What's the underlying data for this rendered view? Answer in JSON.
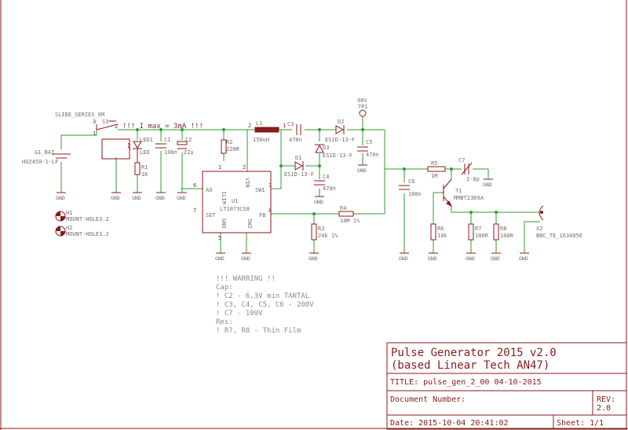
{
  "title_block": {
    "title_line1": "Pulse Generator 2015 v2.0",
    "title_line2": "(based Linear Tech AN47)",
    "title_field": "TITLE:  pulse_gen_2_00 04-10-2015",
    "doc_number_label": "Document Number:",
    "rev_label": "REV:",
    "rev_value": "2.0",
    "date_field": "Date: 2015-10-04 20:41:02",
    "sheet_field": "Sheet: 1/1"
  },
  "notes": {
    "heading": "!!! WARRING !!",
    "cap_label": "Cap:",
    "cap_lines": [
      "! C2 - 6,3V min TANTAL",
      "! C3, C4, C5, C6 - 200V",
      "! C7 - 100V"
    ],
    "res_label": "Res:",
    "res_lines": [
      "! R7, R8 - Thin Film"
    ]
  },
  "components": {
    "s1_type": "SLIDE_SERIES_6M",
    "s1_name": "S1",
    "s1_pins": [
      "3",
      "1",
      "2"
    ],
    "imax": "!!! I max = 3mA !!!",
    "g1_name": "G1_BAT",
    "g1_value": "HU2450-1-LF",
    "led1_name": "LED1",
    "led1_value": "LED",
    "r1_name": "R1",
    "r1_value": "1K",
    "c1_name": "C1",
    "c1_value": "100n",
    "c2_name": "C2",
    "c2_value": "22u",
    "r2_name": "R2",
    "r2_value": "220R",
    "l1_name": "L1",
    "l1_value": "150uH",
    "l1_pins": [
      "2",
      "1"
    ],
    "c3_name": "C3",
    "c3_value": "470n",
    "d2_name": "D2",
    "d2_value": "ES1D-13-F",
    "d3_name": "D3",
    "d3_value": "ES1D-13-F",
    "d1_name": "D1",
    "d1_value": "ES1D-13-F",
    "c4_name": "C4",
    "c4_value": "470n",
    "c5_name": "C5",
    "c5_value": "470n",
    "tp1_name": "TP1",
    "tp1_value": "90V",
    "u1_name": "U1",
    "u1_value": "LT1073CS8",
    "u1_pins": [
      "ILIM",
      "VIN",
      "AO",
      "SW1",
      "SET",
      "FB",
      "GND",
      "SW2"
    ],
    "u1_pin_numbers": [
      "1",
      "2",
      "3",
      "5",
      "6",
      "7",
      "8"
    ],
    "r3_name": "R3",
    "r3_value": "24k 1%",
    "r4_name": "R4",
    "r4_value": "10M 1%",
    "c6_name": "C6",
    "c6_value": "100n",
    "r5_name": "R5",
    "r5_value": "1M",
    "c7_name": "C7",
    "c7_value": "2-6p",
    "t1_name": "T1",
    "t1_value": "MMBT2369A",
    "r6_name": "R6",
    "r6_value": "10k",
    "r7_name": "R7",
    "r7_value": "100R",
    "r8_name": "R8",
    "r8_value": "100R",
    "x2_name": "X2",
    "x2_value": "BNC_TE_1634856",
    "h1_name": "H1",
    "h1_value": "MOUNT-HOLE3.2",
    "h2_name": "H2",
    "h2_value": "MOUNT-HOLE3.2",
    "gnd": "GND"
  },
  "colors": {
    "wire": "#2e9e2e",
    "part": "#8b1a1a",
    "label": "#6e6e6e",
    "note": "#8a8a8a"
  }
}
